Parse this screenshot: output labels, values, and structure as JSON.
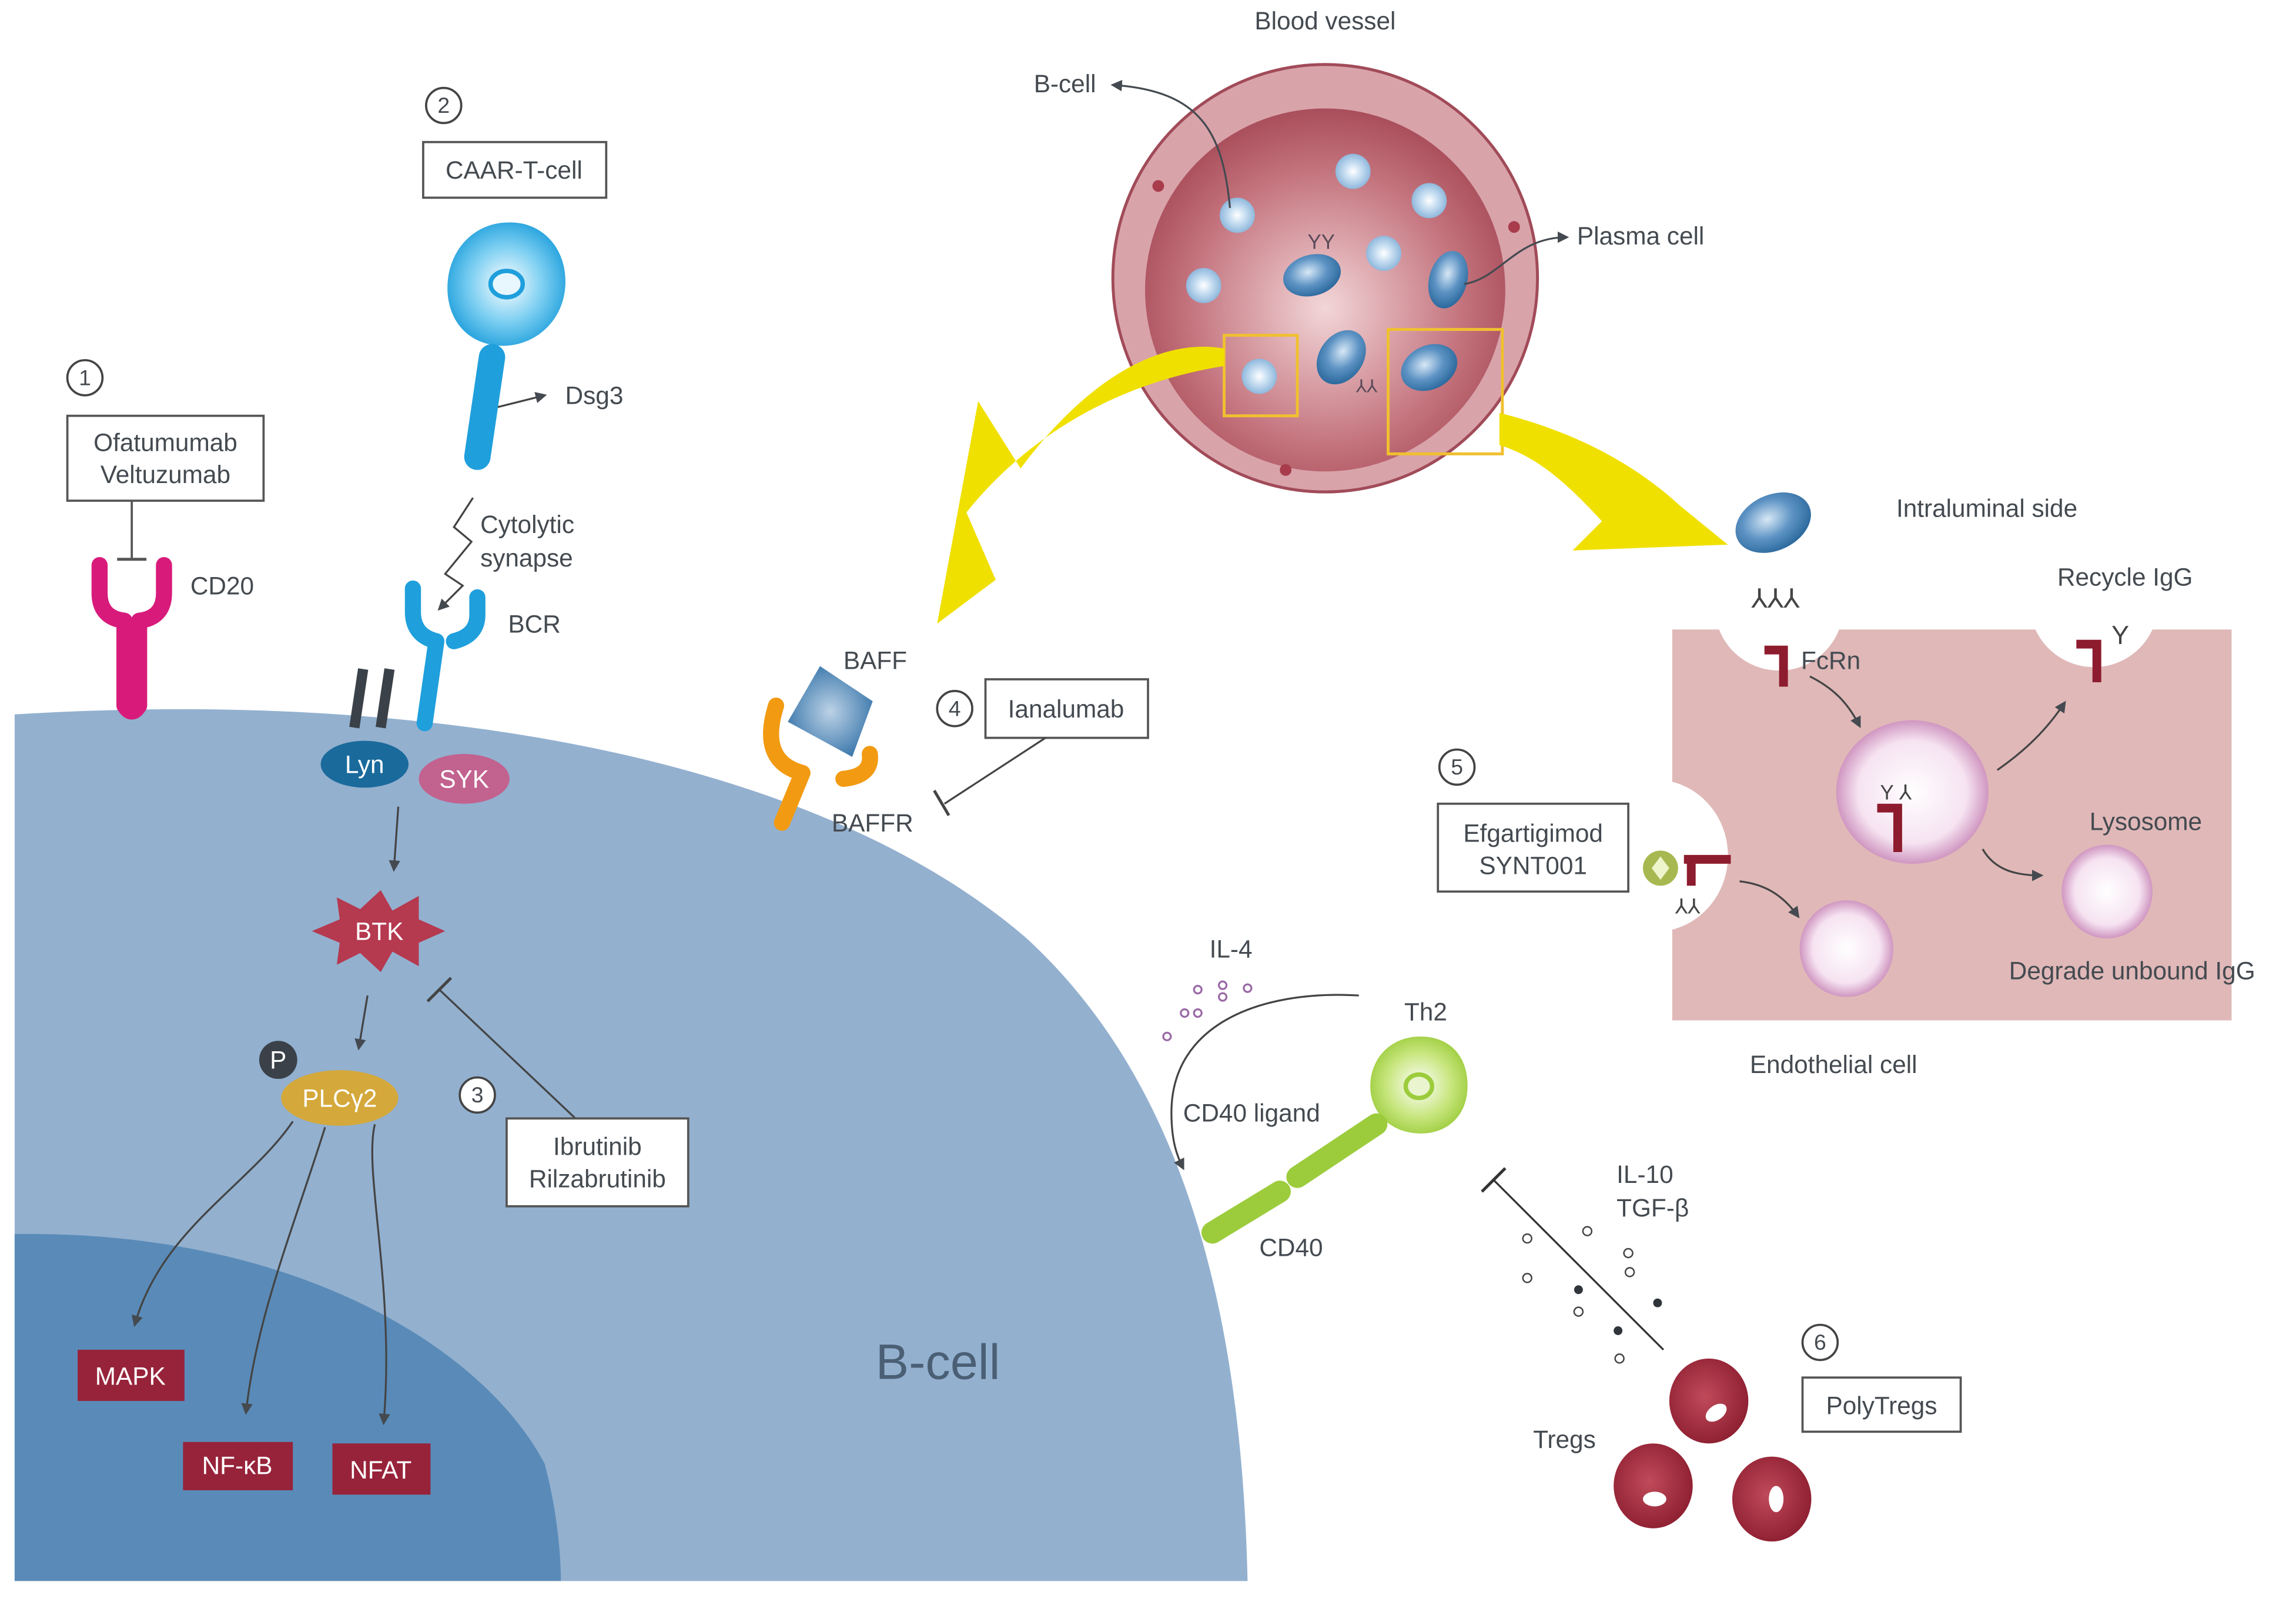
{
  "diagram": {
    "title_blood_vessel": "Blood vessel",
    "colors": {
      "b_cell_body": "#93b0cf",
      "b_cell_nucleus": "#5a8bb8",
      "lyn": "#1a6a9c",
      "syk": "#c2628f",
      "btk": "#b5394f",
      "plcg2": "#d4a83a",
      "transcription_factor": "#97233a",
      "cd20": "#d81b7a",
      "bcr": "#1f9fdc",
      "baffr": "#f29a12",
      "baff": "#2f6fa6",
      "th2": "#9ccc3c",
      "treg": "#9b2535",
      "endothelium": "#e0b8b8",
      "vessel": "#b45a66",
      "yellow_arrow": "#f0e000",
      "fcrn": "#8d1c2e"
    },
    "therapies": [
      {
        "number": "1",
        "drugs": [
          "Ofatumumab",
          "Veltuzumab"
        ],
        "target": "CD20"
      },
      {
        "number": "2",
        "drugs": [
          "CAAR-T-cell"
        ],
        "target": "Dsg3"
      },
      {
        "number": "3",
        "drugs": [
          "Ibrutinib",
          "Rilzabrutinib"
        ],
        "target": "BTK"
      },
      {
        "number": "4",
        "drugs": [
          "Ianalumab"
        ],
        "target": "BAFFR"
      },
      {
        "number": "5",
        "drugs": [
          "Efgartigimod",
          "SYNT001"
        ],
        "target": "FcRn"
      },
      {
        "number": "6",
        "drugs": [
          "PolyTregs"
        ],
        "target": "Tregs"
      }
    ],
    "b_cell": {
      "label": "B-cell",
      "receptors": {
        "cd20": "CD20",
        "bcr": "BCR",
        "baffr": "BAFFR",
        "cd40": "CD40"
      },
      "kinases": {
        "lyn": "Lyn",
        "syk": "SYK",
        "btk": "BTK",
        "p": "P",
        "plcg2": "PLCγ2"
      },
      "transcription_factors": [
        "MAPK",
        "NF-κB",
        "NFAT"
      ]
    },
    "caar_t": {
      "dsg3": "Dsg3",
      "synapse": [
        "Cytolytic",
        "synapse"
      ]
    },
    "baff": "BAFF",
    "blood_vessel": {
      "b_cell_label": "B-cell",
      "plasma_cell_label": "Plasma cell"
    },
    "endothelial": {
      "intraluminal": "Intraluminal side",
      "recycle": "Recycle IgG",
      "fcrn": "FcRn",
      "lysosome": "Lysosome",
      "degrade": "Degrade unbound IgG",
      "cell_label": "Endothelial cell"
    },
    "th2": {
      "il4": "IL-4",
      "th2": "Th2",
      "cd40_ligand": "CD40 ligand"
    },
    "tregs": {
      "cytokines": [
        "IL-10",
        "TGF-β"
      ],
      "label": "Tregs"
    }
  }
}
